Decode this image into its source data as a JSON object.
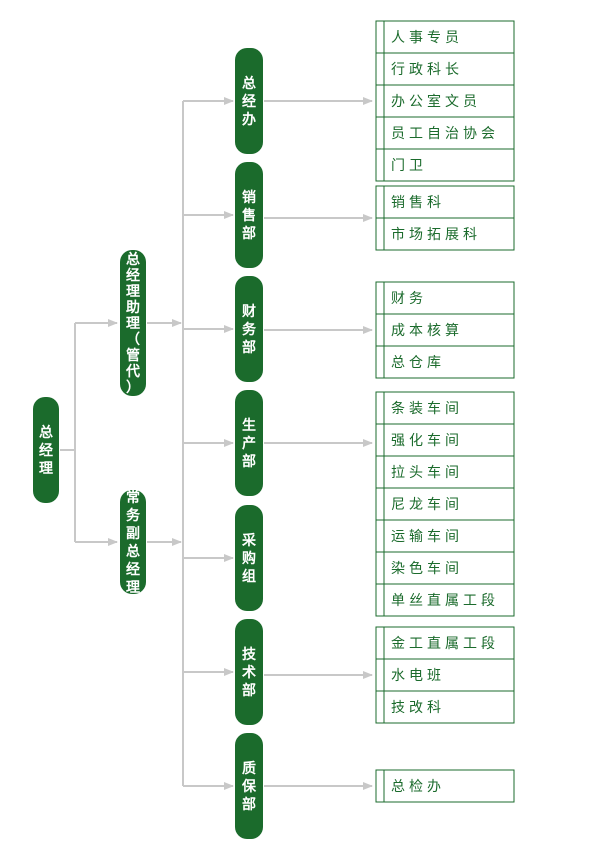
{
  "colors": {
    "node_fill": "#1b6b2c",
    "node_text": "#ffffff",
    "connector": "#c8c8c8",
    "box_border": "#1b6b2c",
    "box_text": "#1b6b2c"
  },
  "root": {
    "label": "总经理"
  },
  "deputies": [
    {
      "label": "总经理助理（管代）"
    },
    {
      "label": "常务副总经理"
    }
  ],
  "departments": [
    {
      "label": "总经办",
      "units": [
        "人事专员",
        "行政科长",
        "办公室文员",
        "员工自治协会",
        "门卫"
      ]
    },
    {
      "label": "销售部",
      "units": [
        "销售科",
        "市场拓展科"
      ]
    },
    {
      "label": "财务部",
      "units": [
        "财务",
        "成本核算",
        "总仓库"
      ]
    },
    {
      "label": "生产部",
      "units": [
        "条装车间",
        "强化车间",
        "拉头车间",
        "尼龙车间",
        "运输车间",
        "染色车间",
        "单丝直属工段"
      ]
    },
    {
      "label": "采购组",
      "units": []
    },
    {
      "label": "技术部",
      "units": [
        "金工直属工段",
        "水电班",
        "技改科"
      ]
    },
    {
      "label": "质保部",
      "units": [
        "总检办"
      ]
    }
  ]
}
